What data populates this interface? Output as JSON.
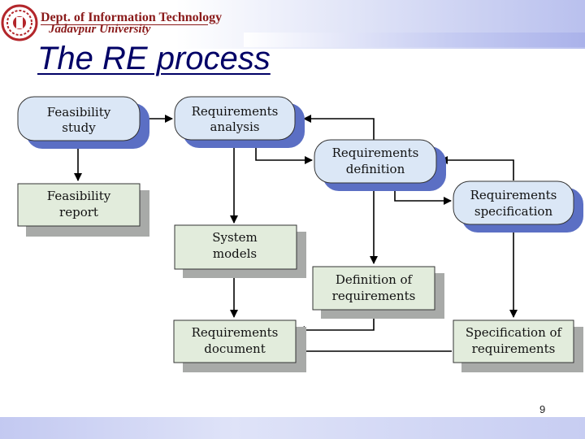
{
  "header": {
    "department": "Dept. of Information Technology",
    "university": "Jadavpur University"
  },
  "slide": {
    "title": "The RE process",
    "page_number": "9"
  },
  "diagram": {
    "processes": {
      "feasibility_study": [
        "Feasibility",
        "study"
      ],
      "requirements_analysis": [
        "Requirements",
        "analysis"
      ],
      "requirements_definition": [
        "Requirements",
        "definition"
      ],
      "requirements_specification": [
        "Requirements",
        "specification"
      ]
    },
    "documents": {
      "feasibility_report": [
        "Feasibility",
        "report"
      ],
      "system_models": [
        "System",
        "models"
      ],
      "definition_of_requirements": [
        "Definition of",
        "requirements"
      ],
      "requirements_document": [
        "Requirements",
        "document"
      ],
      "specification_of_requirements": [
        "Specification of",
        "requirements"
      ]
    }
  },
  "colors": {
    "process_fill": "#dbe7f6",
    "process_shadow": "#5b6fc4",
    "document_fill": "#e2ecdc",
    "document_shadow": "#a8aaa8",
    "title": "#000066",
    "logo": "#b3262b"
  }
}
